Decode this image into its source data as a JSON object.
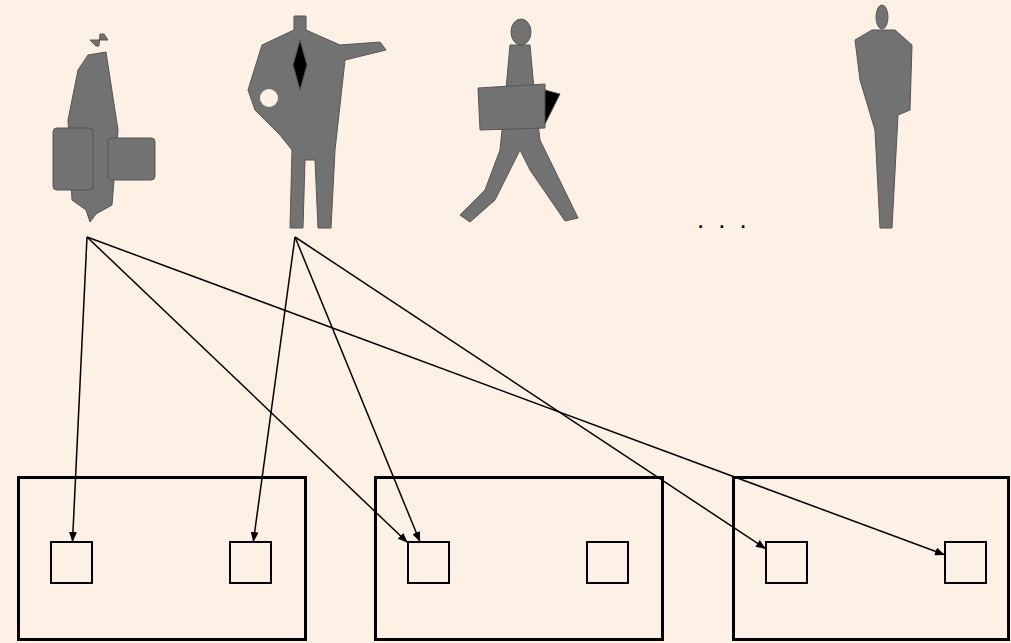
{
  "diagram": {
    "nodes": [
      {
        "text": []
      },
      {
        "text": []
      },
      {
        "text": []
      },
      {
        "text": []
      },
      {
        "text": []
      },
      {
        "text": [],
        "in": 4
      },
      {
        "text": [],
        "in": 4
      },
      {
        "text": []
      },
      {
        "text": [],
        "in": 7
      },
      {
        "text": [],
        "in": 7
      },
      {
        "text": []
      },
      {
        "text": [],
        "in": 10
      },
      {
        "text": [],
        "in": 10
      }
    ],
    "edges": [
      {
        "from": 0,
        "to": 5,
        "arrow": "to"
      },
      {
        "from": 0,
        "to": 8,
        "arrow": "to"
      },
      {
        "from": 0,
        "to": 12,
        "arrow": "to"
      },
      {
        "from": 1,
        "to": 6,
        "arrow": "to"
      },
      {
        "from": 1,
        "to": 8,
        "arrow": "to"
      },
      {
        "from": 1,
        "to": 11,
        "arrow": "to"
      }
    ],
    "labels": [
      "..."
    ]
  }
}
